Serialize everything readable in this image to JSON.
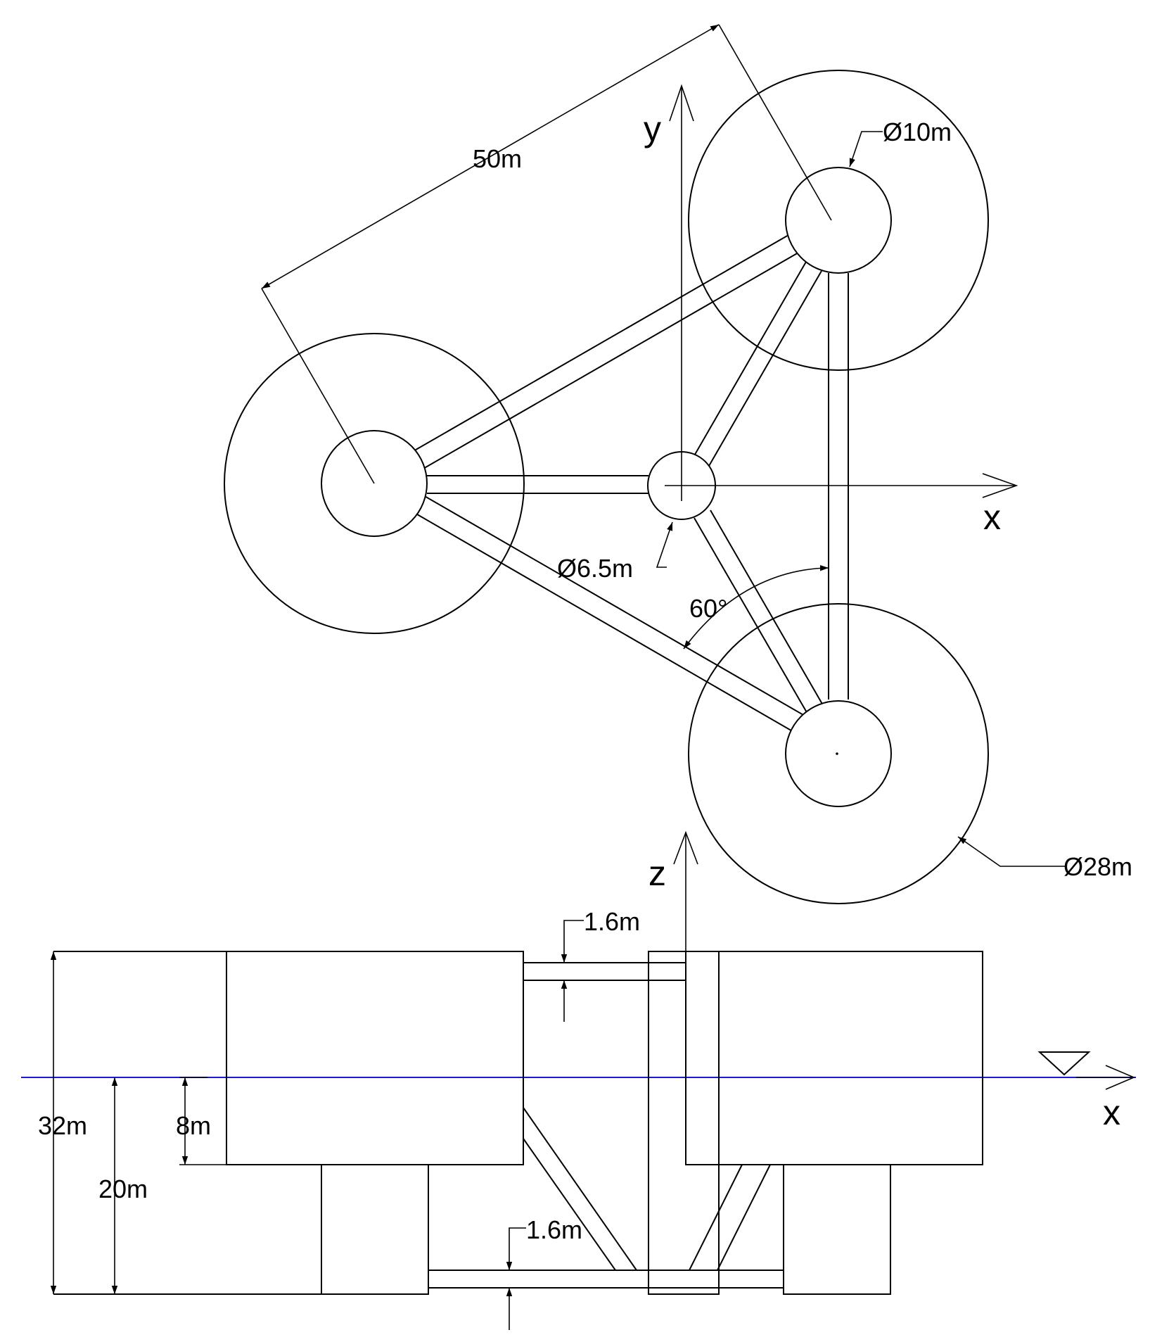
{
  "plan_view": {
    "axis_y_label": "y",
    "axis_x_label": "x",
    "dim_spacing": "50m",
    "dim_small_diameter": "Ø10m",
    "dim_center_diameter": "Ø6.5m",
    "dim_large_diameter": "Ø28m",
    "dim_angle": "60°"
  },
  "elevation_view": {
    "axis_z_label": "z",
    "axis_x_label": "x",
    "dim_top_brace": "1.6m",
    "dim_bottom_brace": "1.6m",
    "dim_total_height": "32m",
    "dim_draft": "20m",
    "dim_upper_column": "8m"
  },
  "colors": {
    "line": "#000000",
    "waterline": "#1818d8"
  }
}
